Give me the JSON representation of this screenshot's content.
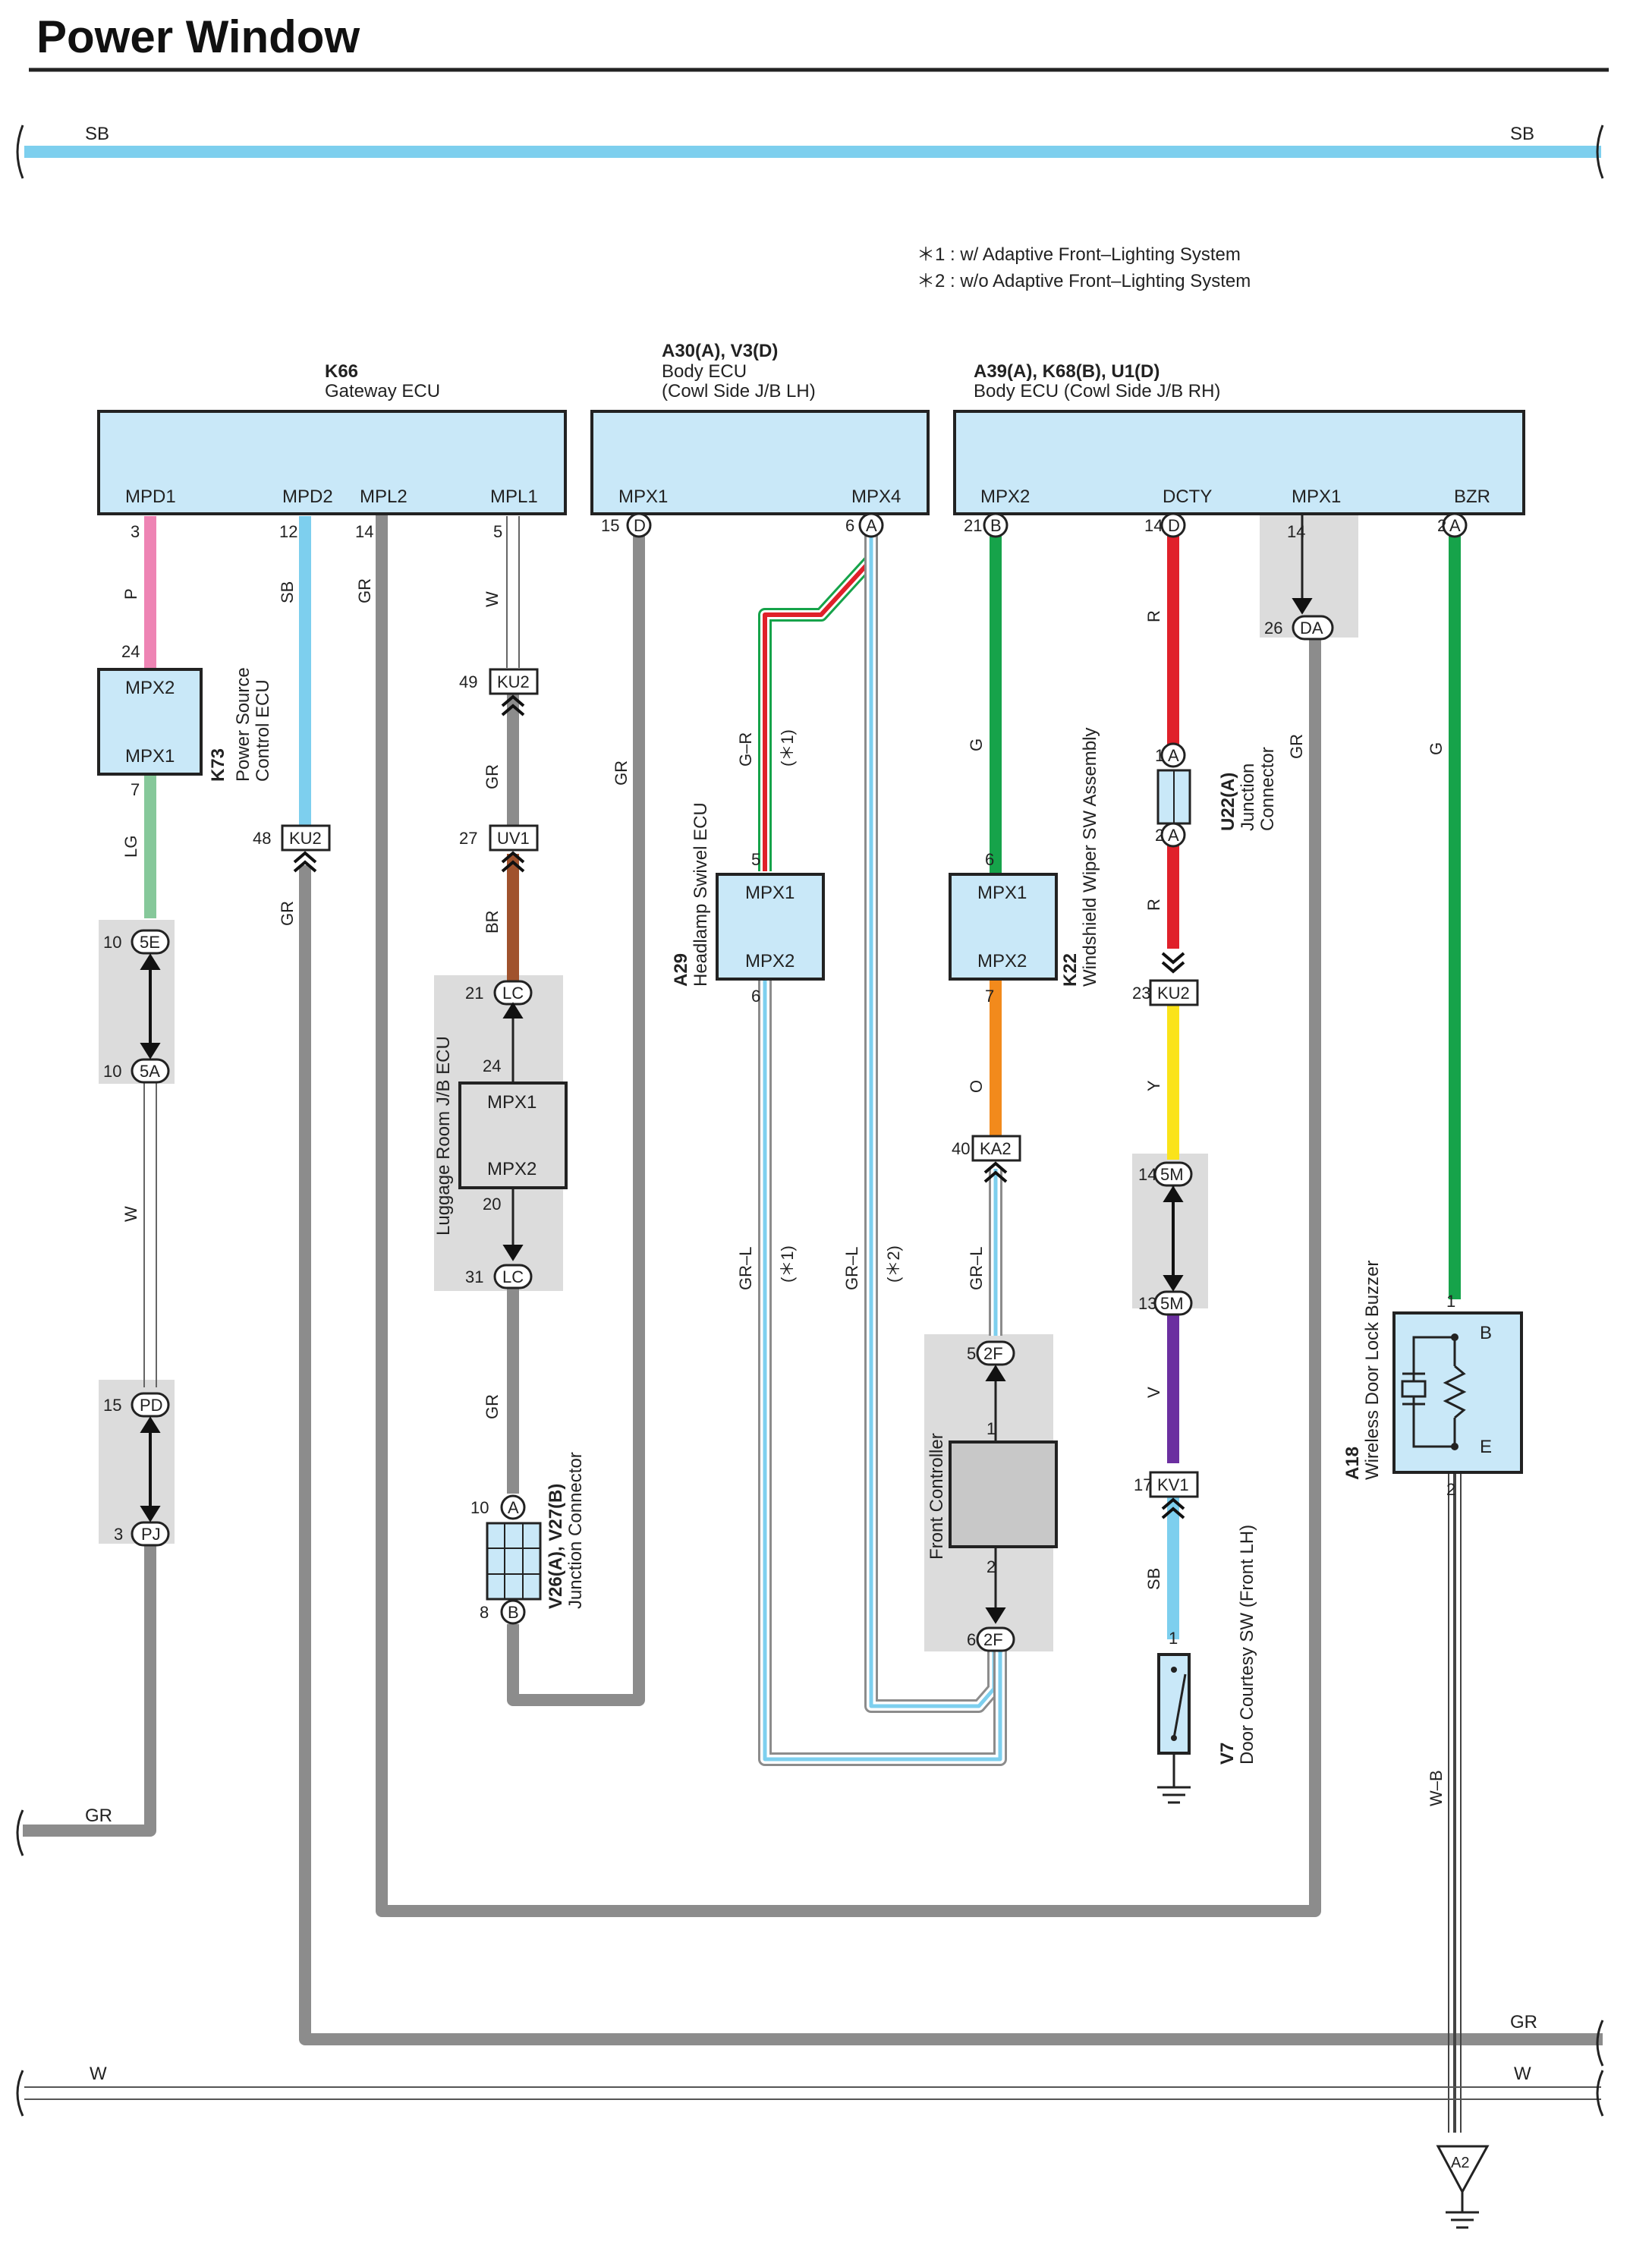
{
  "title": "Power Window",
  "notes": [
    "＊1 : w/ Adaptive Front–Lighting System",
    "＊2 : w/o Adaptive Front–Lighting System"
  ],
  "colors": {
    "SB": "#7dcfee",
    "GR": "#8c8c8c",
    "P": "#ee84b4",
    "LG": "#86c89a",
    "W": "#ffffff",
    "BR": "#a0522d",
    "G": "#16a34a",
    "R": "#e0202a",
    "Y": "#fae31a",
    "V": "#6b2fa0",
    "O": "#f28a1c",
    "box_fill": "#c9e8f8",
    "grey_box": "#dcdcdc",
    "controller_fill": "#c8c8c8"
  },
  "bus": {
    "sb_left": "SB",
    "sb_right": "SB",
    "gr_left": "GR",
    "gr_right": "GR",
    "w_left": "W",
    "w_right": "W"
  },
  "components": {
    "k66": {
      "ref": "K66",
      "name": "Gateway ECU",
      "pins": [
        "MPD1",
        "MPD2",
        "MPL2",
        "MPL1"
      ]
    },
    "body_lh": {
      "ref": "A30(A), V3(D)",
      "name": "Body ECU",
      "sub": "(Cowl Side J/B LH)",
      "pins": [
        "MPX1",
        "MPX4"
      ]
    },
    "body_rh": {
      "ref": "A39(A), K68(B), U1(D)",
      "name": "Body ECU (Cowl Side J/B RH)",
      "pins": [
        "MPX2",
        "DCTY",
        "MPX1",
        "BZR"
      ]
    },
    "k73": {
      "ref": "K73",
      "name1": "Power Source",
      "name2": "Control ECU",
      "pins": [
        "MPX2",
        "MPX1"
      ]
    },
    "luggage": {
      "name": "Luggage Room J/B ECU",
      "pins": [
        "MPX1",
        "MPX2"
      ]
    },
    "a29": {
      "ref": "A29",
      "name": "Headlamp Swivel ECU",
      "pins": [
        "MPX1",
        "MPX2"
      ]
    },
    "k22": {
      "ref": "K22",
      "name": "Windshield Wiper SW Assembly",
      "pins": [
        "MPX1",
        "MPX2"
      ]
    },
    "u22": {
      "ref": "U22(A)",
      "name1": "Junction",
      "name2": "Connector"
    },
    "v26": {
      "ref": "V26(A), V27(B)",
      "name": "Junction Connector"
    },
    "front_ctrl": {
      "name": "Front Controller"
    },
    "a18": {
      "ref": "A18",
      "name": "Wireless Door Lock Buzzer",
      "pins": [
        "B",
        "E"
      ]
    },
    "v7": {
      "ref": "V7",
      "name": "Door Courtesy SW (Front LH)"
    },
    "ground": {
      "ref": "A2"
    }
  },
  "connectors": [
    "KU2",
    "UV1",
    "LC",
    "5E",
    "5A",
    "PD",
    "PJ",
    "KU2",
    "KA2",
    "2F",
    "5M",
    "KV1",
    "DA"
  ],
  "pin_letters": [
    "D",
    "A",
    "B",
    "D",
    "A",
    "DA",
    "A",
    "B"
  ],
  "pin_numbers": [
    "3",
    "12",
    "14",
    "5",
    "15",
    "6",
    "21",
    "14",
    "14",
    "2",
    "24",
    "7",
    "48",
    "49",
    "27",
    "21",
    "24",
    "20",
    "31",
    "10",
    "8",
    "10",
    "10",
    "15",
    "3",
    "5",
    "6",
    "6",
    "7",
    "40",
    "5",
    "1",
    "2",
    "6",
    "1",
    "2",
    "23",
    "14",
    "13",
    "17",
    "1",
    "1",
    "2",
    "26"
  ],
  "wire_labels": [
    "P",
    "SB",
    "GR",
    "W",
    "GR",
    "GR",
    "LG",
    "GR",
    "BR",
    "GR",
    "W",
    "G–R",
    "(＊1)",
    "GR–L",
    "(＊1)",
    "GR–L",
    "(＊2)",
    "G",
    "O",
    "GR–L",
    "R",
    "R",
    "Y",
    "V",
    "SB",
    "GR",
    "G",
    "W–B"
  ]
}
